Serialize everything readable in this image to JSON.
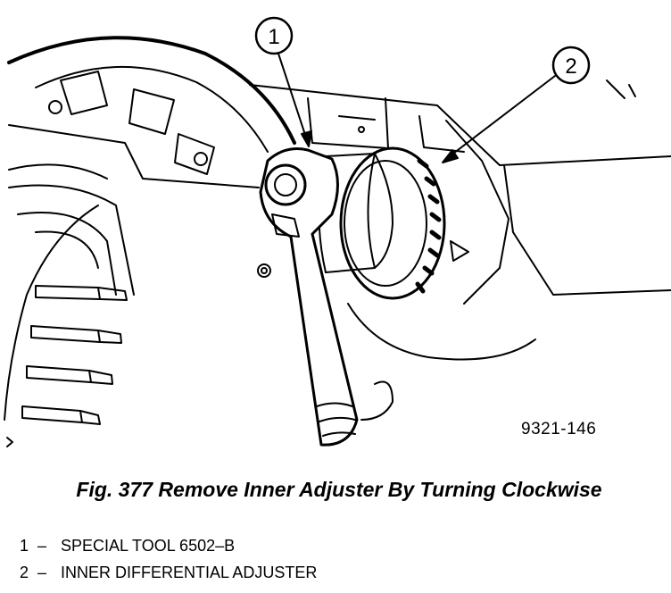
{
  "figure": {
    "code": "9321-146",
    "caption": "Fig. 377 Remove Inner Adjuster By Turning Clockwise"
  },
  "callouts": [
    {
      "number": "1"
    },
    {
      "number": "2"
    }
  ],
  "legend": [
    {
      "number": "1",
      "dash": "–",
      "label": "SPECIAL TOOL 6502–B"
    },
    {
      "number": "2",
      "dash": "–",
      "label": "INNER DIFFERENTIAL ADJUSTER"
    }
  ]
}
